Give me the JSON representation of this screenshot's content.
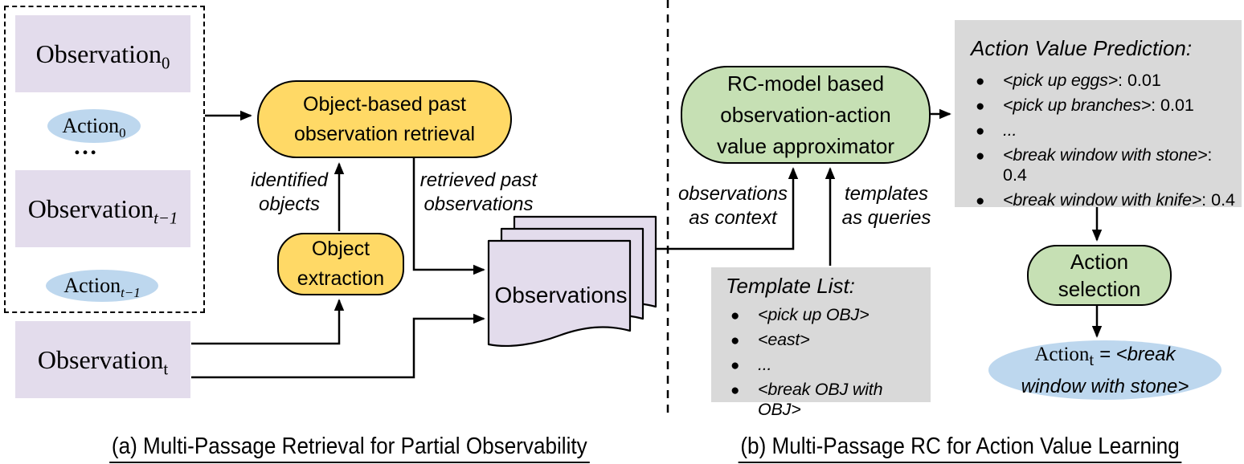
{
  "palette": {
    "purple": "#E3DCEC",
    "blue": "#BDD7EE",
    "yellow": "#FFD966",
    "green": "#C6E0B4",
    "gray": "#D9D9D9",
    "line": "#000000"
  },
  "left": {
    "history": {
      "observation0": {
        "base": "Observation",
        "sub": "0"
      },
      "action0": {
        "base": "Action",
        "sub": "0"
      },
      "ellipsis": "…",
      "observation_t1": {
        "base": "Observation",
        "sub": "t−1"
      },
      "action_t1": {
        "base": "Action",
        "sub": "t−1"
      }
    },
    "observation_t": {
      "base": "Observation",
      "sub": "t"
    },
    "retrieval_box": {
      "line1": "Object-based past",
      "line2": "observation retrieval"
    },
    "extraction_box": {
      "line1": "Object",
      "line2": "extraction"
    },
    "label_identified": {
      "line1": "identified",
      "line2": "objects"
    },
    "label_retrieved": {
      "line1": "retrieved past",
      "line2": "observations"
    },
    "observations_stack": "Observations",
    "caption": "(a) Multi-Passage Retrieval for Partial Observability"
  },
  "right": {
    "rc_box": {
      "line1": "RC-model based",
      "line2": "observation-action",
      "line3": "value approximator"
    },
    "label_context": {
      "line1": "observations",
      "line2": "as context"
    },
    "label_queries": {
      "line1": "templates",
      "line2": "as queries"
    },
    "template_list": {
      "title": "Template List:",
      "items": [
        "<pick up OBJ>",
        "<east>",
        "...",
        "<break OBJ with OBJ>"
      ]
    },
    "avp": {
      "title": "Action Value Prediction:",
      "items": [
        {
          "action": "<pick up eggs>",
          "value": ": 0.01"
        },
        {
          "action": "<pick up branches>",
          "value": ": 0.01"
        },
        {
          "action": "...",
          "value": ""
        },
        {
          "action": "<break window with stone>",
          "value": ": 0.4"
        },
        {
          "action": "<break window with knife>",
          "value": ": 0.4"
        }
      ]
    },
    "action_selection": {
      "line1": "Action",
      "line2": "selection"
    },
    "final_action": {
      "base": "Action",
      "sub": "t",
      "eq": " = ",
      "value": "<break window with stone>"
    },
    "caption": "(b) Multi-Passage RC for Action Value Learning"
  }
}
